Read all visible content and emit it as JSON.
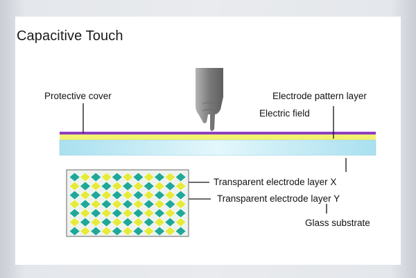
{
  "title": "Capacitive Touch",
  "labels": {
    "protective_cover": "Protective cover",
    "electrode_pattern_layer": "Electrode pattern layer",
    "electric_field": "Electric field",
    "transparent_electrode_x": "Transparent electrode layer X",
    "transparent_electrode_y": "Transparent electrode layer Y",
    "glass_substrate": "Glass substrate"
  },
  "colors": {
    "protective_cover": "#8e3fc3",
    "electrode_layer": "#f2f270",
    "glass": "#bfe9f4",
    "grid_teal": "#1fa89a",
    "grid_yellow": "#e6ea3a",
    "finger": "#8f8f8f"
  }
}
